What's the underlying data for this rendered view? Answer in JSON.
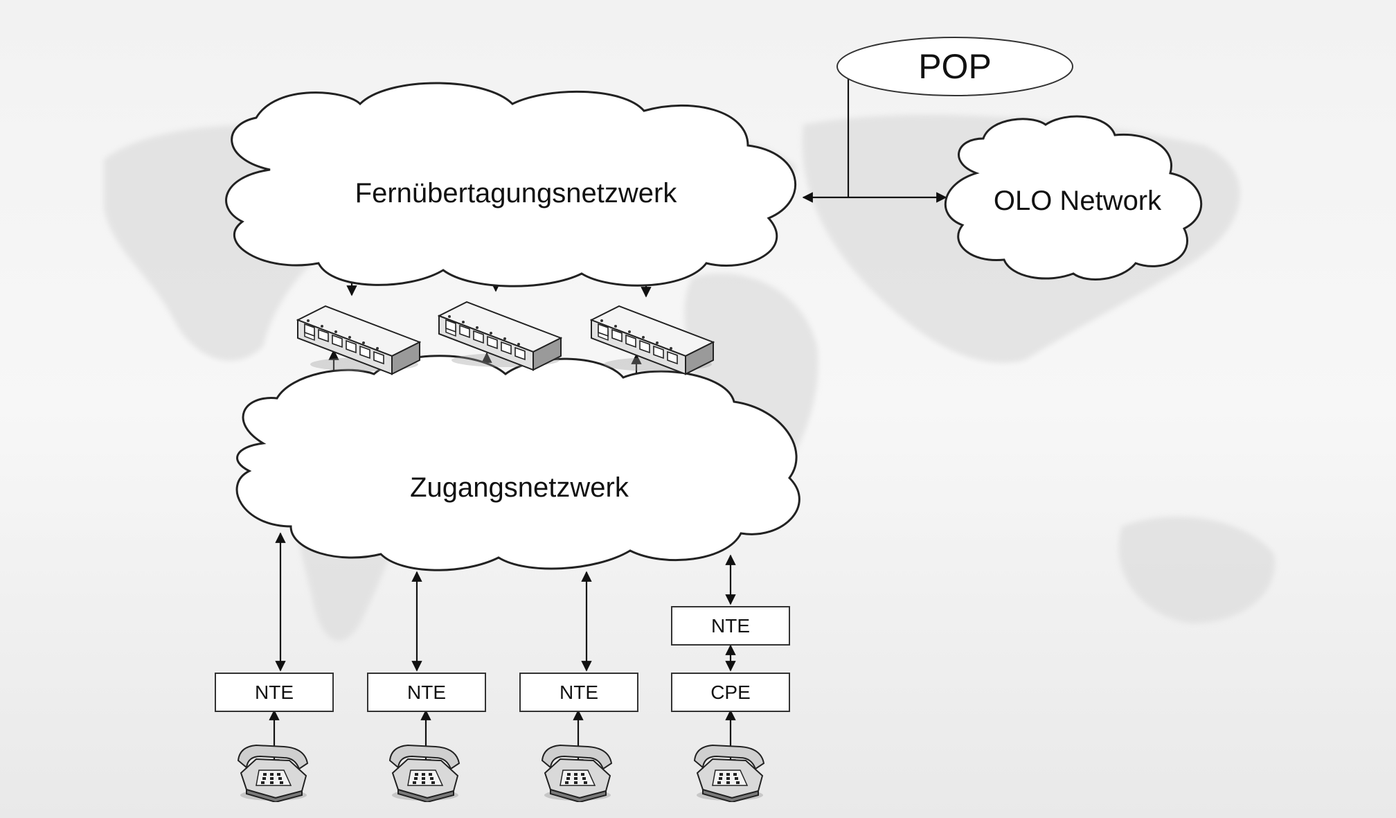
{
  "nodes": {
    "pop": "POP",
    "core_network": "Fernübertagungsnetzwerk",
    "olo_network": "OLO Network",
    "access_network": "Zugangsnetzwerk",
    "nte_1": "NTE",
    "nte_2": "NTE",
    "nte_3": "NTE",
    "nte_4": "NTE",
    "cpe": "CPE"
  },
  "icons": {
    "switch": "network-switch-icon",
    "phone": "telephone-icon"
  },
  "colors": {
    "background": "#eeeeee",
    "map": "#dddddd",
    "cloud_fill": "#ffffff",
    "line": "#111111"
  }
}
